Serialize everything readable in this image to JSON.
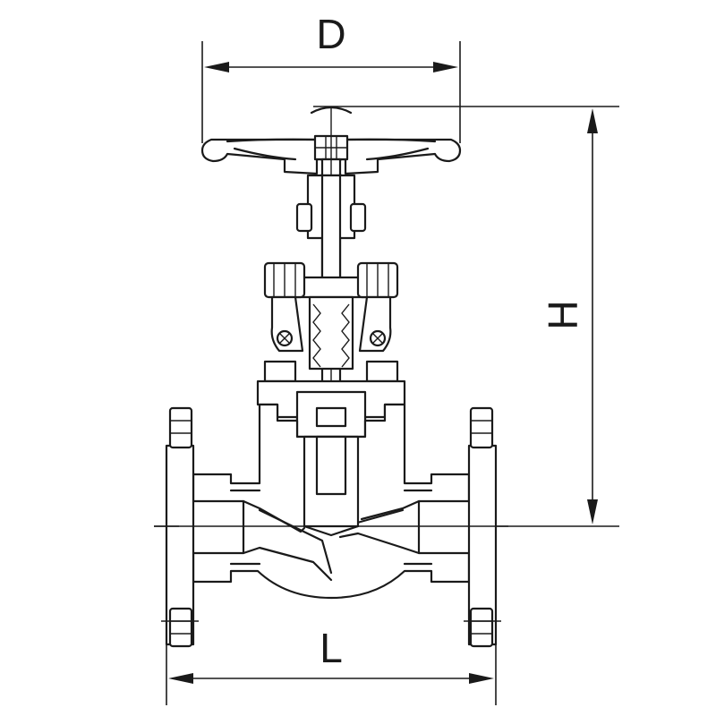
{
  "diagram": {
    "dimensions": {
      "D": "D",
      "H": "H",
      "L": "L"
    }
  }
}
